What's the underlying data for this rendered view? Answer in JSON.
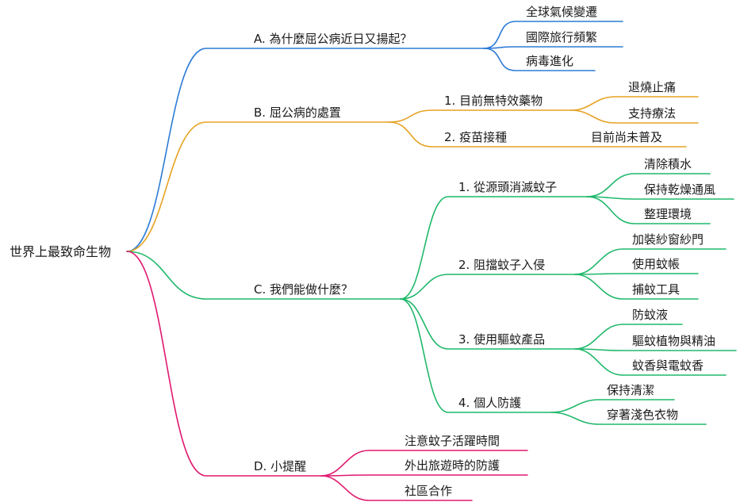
{
  "root": "世界上最致命生物",
  "colors": {
    "blue": "#2b7bd6",
    "orange": "#e6a323",
    "green": "#1fb86a",
    "pink": "#e0196f"
  },
  "branch_a": {
    "label": "A. 為什麼屈公病近日又揚起？",
    "items": [
      "全球氣候變遷",
      "國際旅行頻繁",
      "病毒進化"
    ]
  },
  "branch_b": {
    "label": "B. 屈公病的處置",
    "sub1": {
      "label": "1. 目前無特效藥物",
      "items": [
        "退燒止痛",
        "支持療法"
      ]
    },
    "sub2": {
      "label": "2. 疫苗接種",
      "items": [
        "目前尚未普及"
      ]
    }
  },
  "branch_c": {
    "label": "C. 我們能做什麼？",
    "sub1": {
      "label": "1. 從源頭消滅蚊子",
      "items": [
        "清除積水",
        "保持乾燥通風",
        "整理環境"
      ]
    },
    "sub2": {
      "label": "2. 阻擋蚊子入侵",
      "items": [
        "加裝紗窗紗門",
        "使用蚊帳",
        "捕蚊工具"
      ]
    },
    "sub3": {
      "label": "3. 使用驅蚊產品",
      "items": [
        "防蚊液",
        "驅蚊植物與精油",
        "蚊香與電蚊香"
      ]
    },
    "sub4": {
      "label": "4. 個人防護",
      "items": [
        "保持清潔",
        "穿著淺色衣物"
      ]
    }
  },
  "branch_d": {
    "label": "D. 小提醒",
    "items": [
      "注意蚊子活躍時間",
      "外出旅遊時的防護",
      "社區合作"
    ]
  }
}
